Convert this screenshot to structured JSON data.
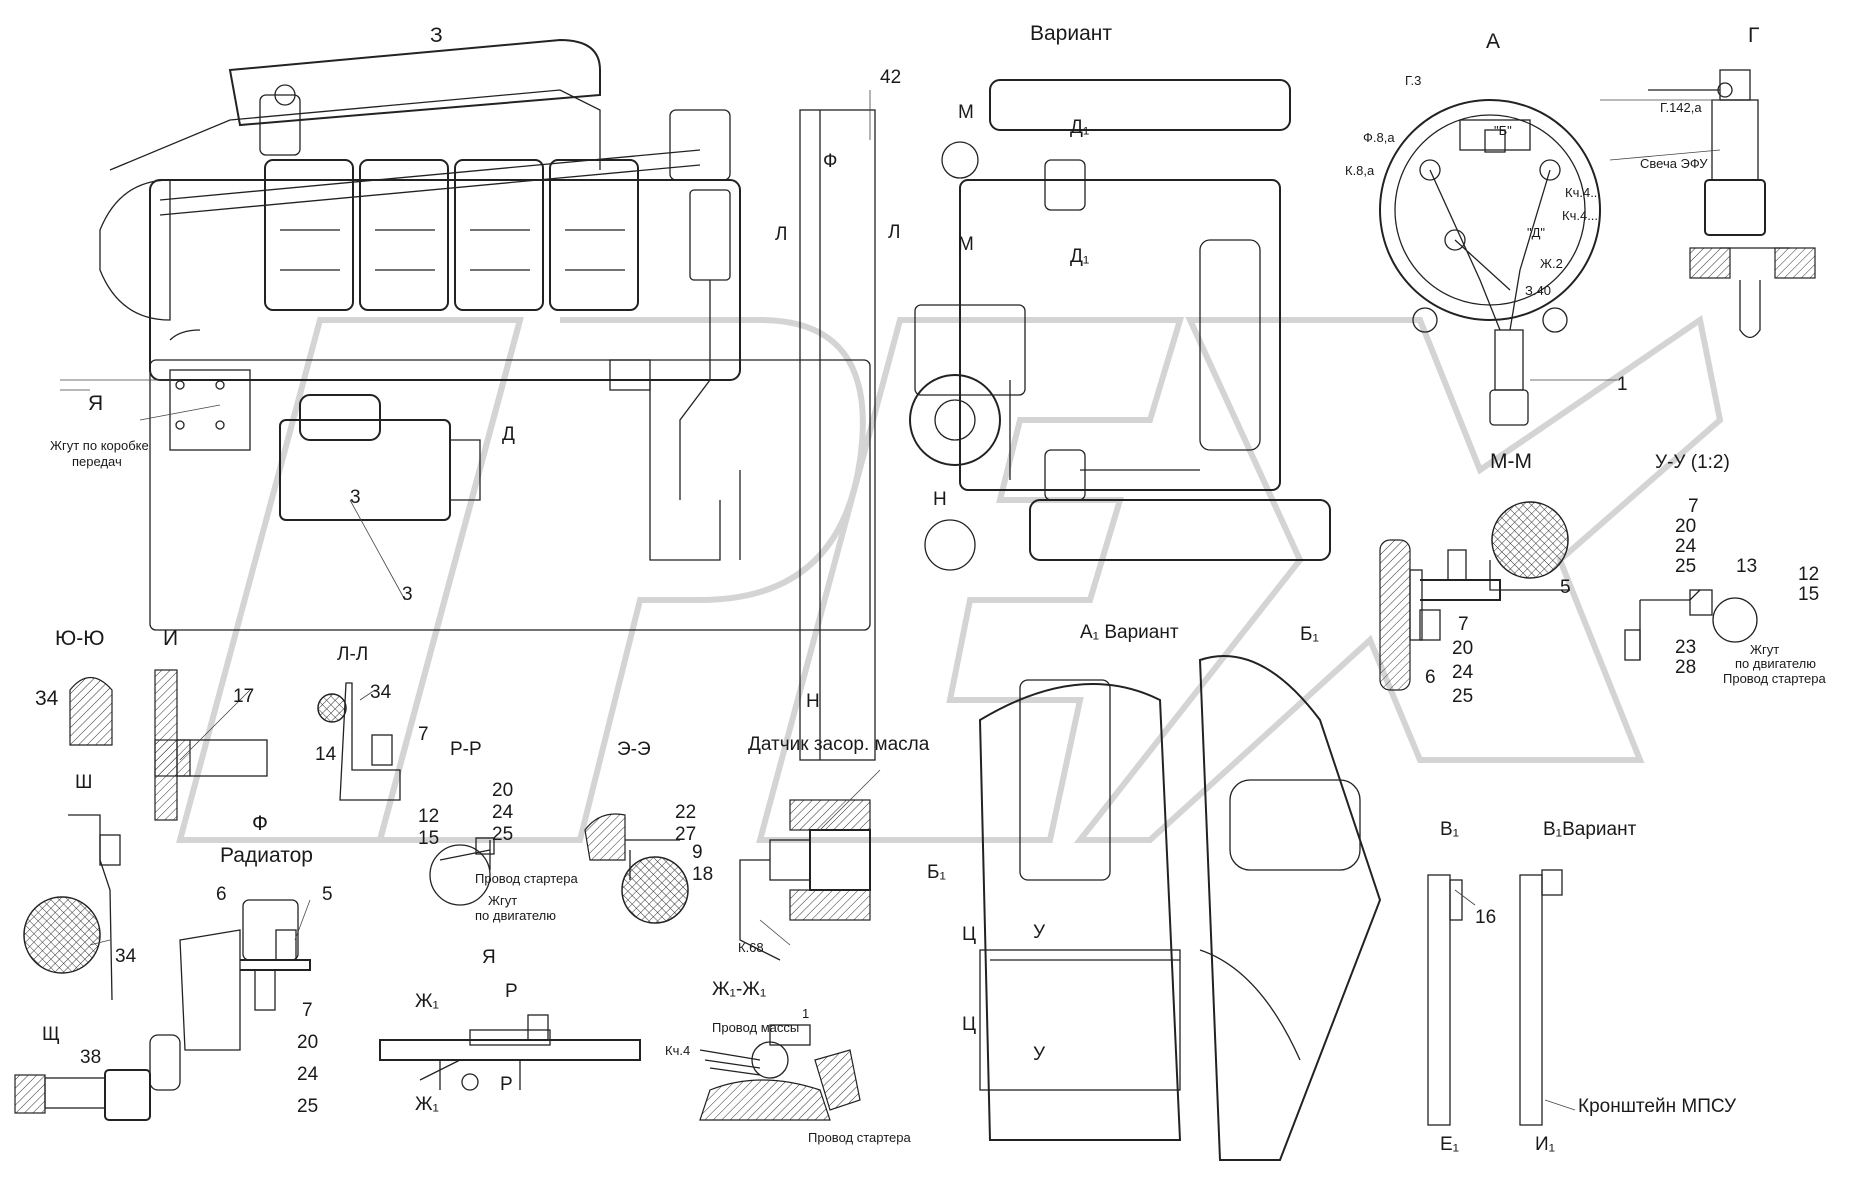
{
  "views": {
    "z": "З",
    "variant": "Вариант",
    "a": "А",
    "g": "Г",
    "mm": "М-М",
    "uu": "У-У (1:2)",
    "yuyu": "Ю-Ю",
    "i": "И",
    "ll": "Л-Л",
    "rr": "Р-Р",
    "ee": "Э-Э",
    "n": "Н",
    "sh": "Ш",
    "f": "Ф",
    "radiator": "Радиатор",
    "ya": "Я",
    "shch": "Щ",
    "zh1zh1": "Ж₁-Ж₁",
    "a1variant": "А₁ Вариант",
    "b1": "Б₁",
    "v1": "В₁",
    "v1variant": "В₁Вариант"
  },
  "markers": {
    "m": "М",
    "d1": "Д₁",
    "f": "Ф",
    "l": "Л",
    "ya": "Я",
    "d": "Д",
    "n": "Н",
    "b1": "Б₁",
    "ts": "Ц",
    "u": "У",
    "zh1": "Ж₁",
    "r": "Р",
    "e1": "Е₁",
    "i1": "И₁"
  },
  "labels": {
    "wire_gearbox_1": "Жгут по коробке",
    "wire_gearbox_2": "передач",
    "g3": "Г.3",
    "f8a": "Ф.8,а",
    "k8a": "К.8,а",
    "b_term": "\"Б\"",
    "kch4": "Кч.4...",
    "kch4b": "Кч.4...",
    "d_term": "\"Д\"",
    "zh2": "Ж.2",
    "z40": "З.40",
    "g142a": "Г.142,а",
    "svecha": "Свеча ЭФУ",
    "provod_startera": "Провод стартера",
    "zhgut": "Жгут",
    "po_dvigatelyu": "по двигателю",
    "datchik": "Датчик засор. масла",
    "k68": "К.68",
    "provod_massy": "Провод массы",
    "kch4c": "Кч.4",
    "kronshtein": "Кронштейн МПСУ"
  },
  "numbers": {
    "n42": "42",
    "n1": "1",
    "n3a": "3",
    "n3b": "3",
    "n5": "5",
    "n7": "7",
    "n20": "20",
    "n24": "24",
    "n25": "25",
    "n6": "6",
    "n13": "13",
    "n12": "12",
    "n15": "15",
    "n23": "23",
    "n28": "28",
    "n34a": "34",
    "n17": "17",
    "n34b": "34",
    "n14": "14",
    "n7b": "7",
    "n20b": "20",
    "n24b": "24",
    "n25b": "25",
    "n12b": "12",
    "n15b": "15",
    "n22": "22",
    "n27": "27",
    "n9": "9",
    "n18": "18",
    "n34c": "34",
    "n6b": "6",
    "n5b": "5",
    "n7c": "7",
    "n20c": "20",
    "n24c": "24",
    "n25c": "25",
    "n38": "38",
    "n16": "16",
    "n1b": "1",
    "n7d": "7",
    "n20d": "20",
    "n24d": "24",
    "n25d": "25"
  }
}
